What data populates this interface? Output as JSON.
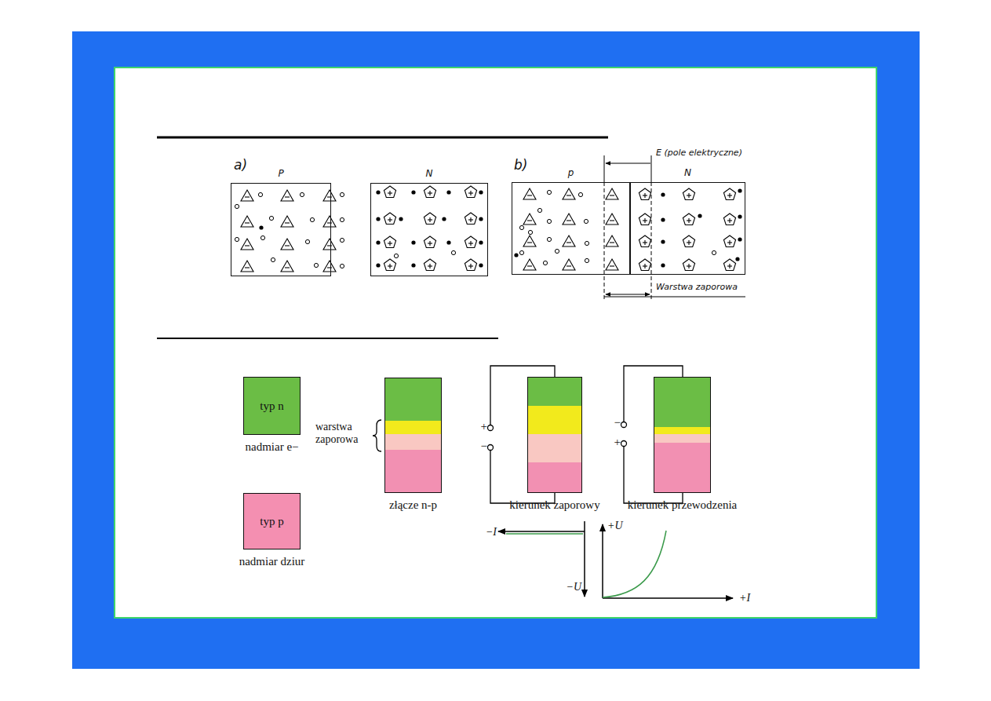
{
  "diagram": {
    "nodes": [
      {
        "text": [
          "P"
        ]
      },
      {
        "text": [
          "N"
        ]
      },
      {
        "text": [
          "p"
        ]
      },
      {
        "text": [
          "N"
        ]
      },
      {
        "text": [
          "typ n",
          "nadmiar e−"
        ]
      },
      {
        "text": [
          "typ p",
          "nadmiar dziur"
        ]
      },
      {
        "text": [
          "złącze n-p"
        ]
      },
      {
        "text": [
          "kierunek zaporowy"
        ]
      },
      {
        "text": [
          "kierunek przewodzenia"
        ]
      }
    ],
    "labels": [
      "a)",
      "b)",
      "E (pole elektryczne)",
      "Warstwa zaporowa",
      "warstwa zaporowa",
      "+",
      "−",
      "−",
      "+",
      "−I",
      "−U",
      "+U",
      "+I"
    ]
  }
}
